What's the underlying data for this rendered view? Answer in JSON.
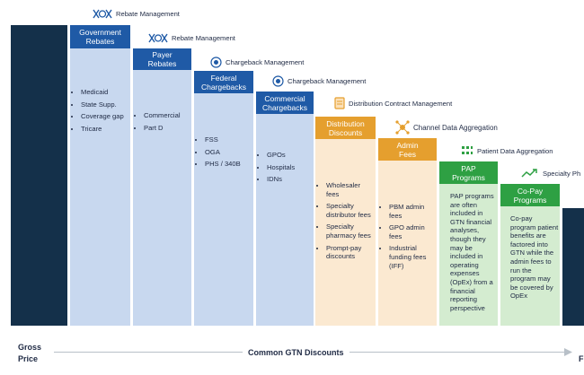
{
  "colors": {
    "dark_navy": "#14304a",
    "blue_header": "#1f5aa6",
    "light_blue": "#c8d8ef",
    "orange_header": "#e59f2e",
    "light_orange": "#fbe9d1",
    "green_header": "#2ea043",
    "light_green": "#d4ecd0"
  },
  "solutions": [
    {
      "label": "Rebate Management",
      "icon": "rebate-icon"
    },
    {
      "label": "Rebate Management",
      "icon": "rebate-icon"
    },
    {
      "label": "Chargeback Management",
      "icon": "chargeback-icon"
    },
    {
      "label": "Chargeback Management",
      "icon": "chargeback-icon"
    },
    {
      "label": "Distribution Contract Management",
      "icon": "contract-icon"
    },
    {
      "label": "Channel Data Aggregation",
      "icon": "network-icon"
    },
    {
      "label": "Patient Data Aggregation",
      "icon": "grid-icon"
    },
    {
      "label": "Specialty Ph",
      "icon": "specialty-icon"
    }
  ],
  "columns": [
    {
      "header": [
        "Government",
        "Rebates"
      ],
      "items": [
        "Medicaid",
        "State Supp.",
        "Coverage gap",
        "Tricare"
      ]
    },
    {
      "header": [
        "Payer",
        "Rebates"
      ],
      "items": [
        "Commercial",
        "Part D"
      ]
    },
    {
      "header": [
        "Federal",
        "Chargebacks"
      ],
      "items": [
        "FSS",
        "OGA",
        "PHS / 340B"
      ]
    },
    {
      "header": [
        "Commercial",
        "Chargebacks"
      ],
      "items": [
        "GPOs",
        "Hospitals",
        "IDNs"
      ]
    },
    {
      "header": [
        "Distribution",
        "Discounts"
      ],
      "items": [
        "Wholesaler fees",
        "Specialty distributor fees",
        "Specialty pharmacy fees",
        "Prompt-pay discounts"
      ]
    },
    {
      "header": [
        "Admin",
        "Fees"
      ],
      "items": [
        "PBM admin fees",
        "GPO admin fees",
        "Industrial funding fees (IFF)"
      ]
    },
    {
      "header": [
        "PAP",
        "Programs"
      ],
      "text": "PAP programs are often included in GTN financial analyses, though they may be included in operating expenses (OpEx) from a financial reporting perspective"
    },
    {
      "header": [
        "Co-Pay",
        "Programs"
      ],
      "text": "Co-pay program patient benefits are factored into GTN while the admin fees to run the program may be covered by OpEx"
    }
  ],
  "footer": {
    "gross_price": [
      "Gross",
      "Price"
    ],
    "center": "Common GTN Discounts",
    "right_cut": "F"
  }
}
